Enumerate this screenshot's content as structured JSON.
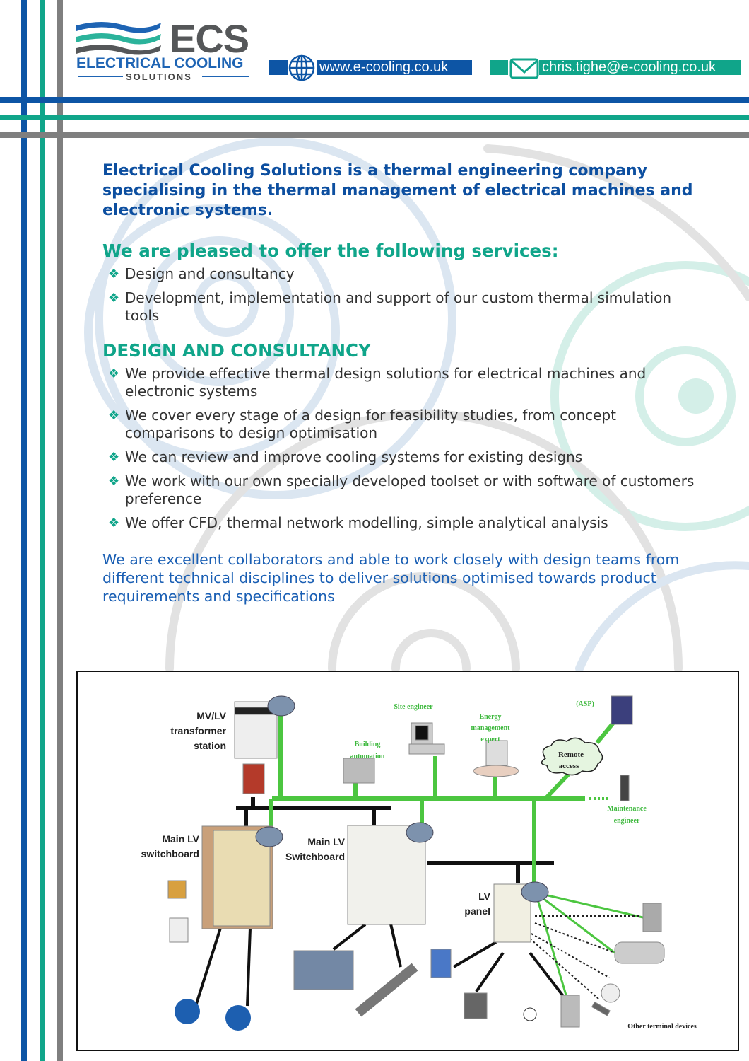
{
  "header": {
    "logo": {
      "mark": "ECS",
      "name": "ELECTRICAL COOLING",
      "tagline": "SOLUTIONS"
    },
    "website": "www.e-cooling.co.uk",
    "email": "chris.tighe@e-cooling.co.uk",
    "website_icon": "globe-icon",
    "email_icon": "envelope-icon"
  },
  "colors": {
    "blue": "#0d4fa0",
    "teal": "#10a58a",
    "gray": "#7f7f7f"
  },
  "intro": "Electrical Cooling Solutions is a thermal engineering company specialising in the thermal management of electrical machines and electronic systems.",
  "services": {
    "heading": "We are pleased to offer the following services:",
    "items": [
      "Design and consultancy",
      "Development, implementation and support of our custom thermal simulation tools"
    ]
  },
  "design": {
    "heading": "DESIGN AND CONSULTANCY",
    "items": [
      "We provide effective thermal design solutions for electrical machines and electronic systems",
      "We cover every stage of a design for feasibility studies, from concept comparisons to design optimisation",
      "We can review and improve cooling systems for existing designs",
      "We work with our own specially developed toolset or with software of customers preference",
      "We offer CFD, thermal network modelling, simple analytical analysis"
    ]
  },
  "closing": "We are excellent collaborators and able to work closely with design teams from different technical disciplines to deliver solutions optimised towards product requirements and specifications",
  "diagram": {
    "mvlv": [
      "MV/LV",
      "transformer",
      "station"
    ],
    "main_lv_1": [
      "Main LV",
      "switchboard"
    ],
    "main_lv_2": [
      "Main LV",
      "Switchboard"
    ],
    "lv_panel": [
      "LV",
      "panel"
    ],
    "site_engineer": "Site engineer",
    "building_automation": [
      "Building",
      "automation"
    ],
    "energy": [
      "Energy",
      "management",
      "expert"
    ],
    "asp": "(ASP)",
    "remote": [
      "Remote",
      "access"
    ],
    "maintenance": [
      "Maintenance",
      "engineer"
    ],
    "other_devices": "Other terminal devices"
  }
}
